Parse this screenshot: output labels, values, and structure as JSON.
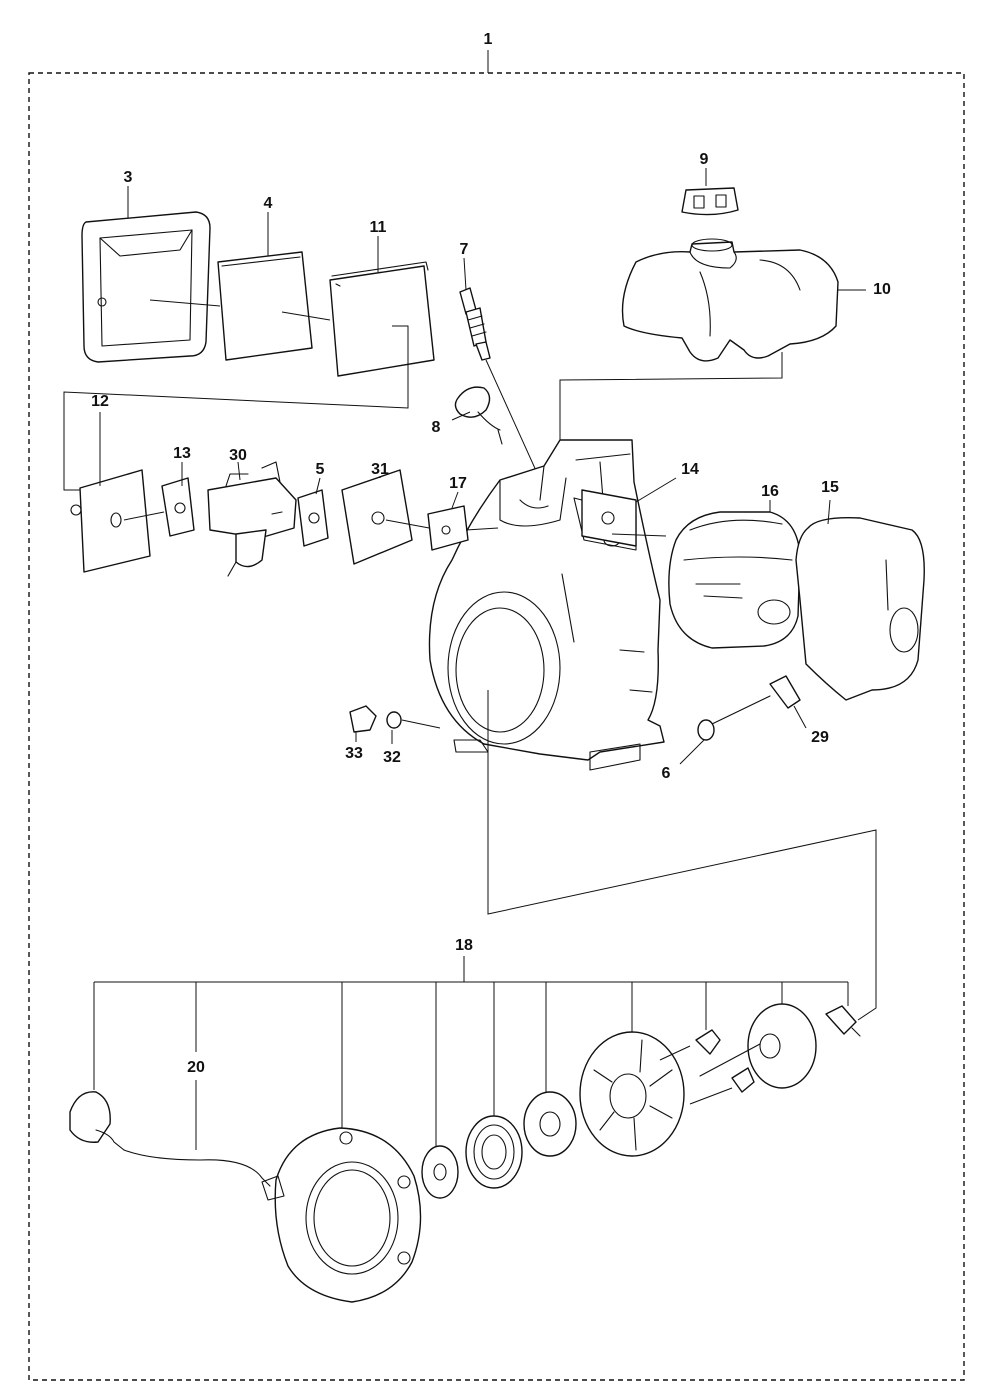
{
  "diagram": {
    "labels": {
      "n1": "1",
      "n3": "3",
      "n4": "4",
      "n5": "5",
      "n6": "6",
      "n7": "7",
      "n8": "8",
      "n9": "9",
      "n10": "10",
      "n11": "11",
      "n12": "12",
      "n13": "13",
      "n14": "14",
      "n15": "15",
      "n16": "16",
      "n17": "17",
      "n18": "18",
      "n20": "20",
      "n29": "29",
      "n30": "30",
      "n31": "31",
      "n32": "32",
      "n33": "33"
    },
    "colors": {
      "line": "#111111",
      "fill": "#ffffff"
    }
  }
}
